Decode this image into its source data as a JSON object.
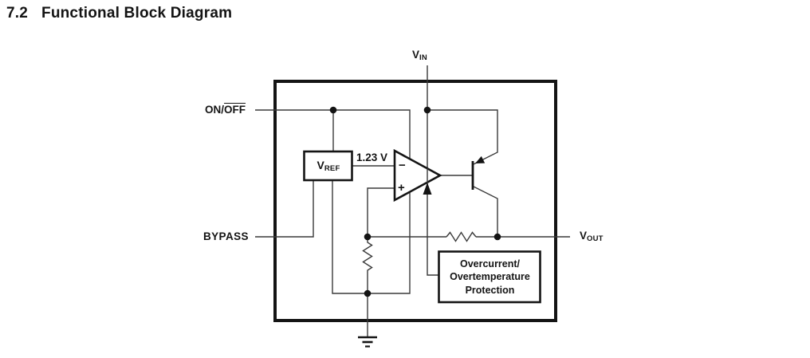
{
  "title": {
    "section": "7.2",
    "text": "Functional Block Diagram"
  },
  "pins": {
    "vin": {
      "main": "V",
      "sub": "IN"
    },
    "on_off": {
      "prefix": "ON/",
      "overlined": "OFF"
    },
    "bypass": "BYPASS",
    "vout": {
      "main": "V",
      "sub": "OUT"
    }
  },
  "blocks": {
    "vref": {
      "main": "V",
      "sub": "REF"
    },
    "protection": {
      "line1": "Overcurrent/",
      "line2": "Overtemperature",
      "line3": "Protection"
    }
  },
  "annotations": {
    "ref_voltage": "1.23 V",
    "opamp_minus": "−",
    "opamp_plus": "+"
  },
  "colors": {
    "wire": "#3a3a3a",
    "ink": "#141414",
    "background": "#ffffff"
  }
}
